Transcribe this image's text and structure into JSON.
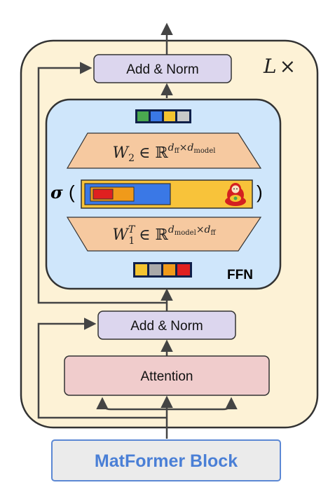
{
  "diagram": {
    "add_norm_top": "Add & Norm",
    "add_norm_bottom": "Add & Norm",
    "attention": "Attention",
    "ffn_label": "FFN",
    "repeat_label": "L",
    "repeat_symbol": "×",
    "sigma": "σ",
    "paren_open": "(",
    "paren_close": ")",
    "w2": {
      "base": "W",
      "sub": "2",
      "in": "∈ ℝ",
      "sup_a": "d",
      "sup_a_sub": "ff",
      "times": "×",
      "sup_b": "d",
      "sup_b_sub": "model"
    },
    "w1": {
      "base": "W",
      "sub": "1",
      "sup": "T",
      "in": "∈ ℝ",
      "sup_a": "d",
      "sup_a_sub": "model",
      "times": "×",
      "sup_b": "d",
      "sup_b_sub": "ff"
    },
    "title": "MatFormer Block"
  },
  "colors": {
    "outer_block": "#fdf2d6",
    "ffn_panel": "#cfe6fb",
    "add_norm": "#dcd6ee",
    "attention": "#f0cccc",
    "trapezoid": "#f6c9a0",
    "title_text": "#4a7fd6",
    "title_bg": "#ebebeb",
    "title_border": "#5c88d4",
    "output_tokens": [
      "#4aa84f",
      "#3a78e6",
      "#f4c430",
      "#c8c8c8"
    ],
    "input_tokens": [
      "#f4c430",
      "#a9a9a9",
      "#f09a1a",
      "#e02020"
    ]
  }
}
